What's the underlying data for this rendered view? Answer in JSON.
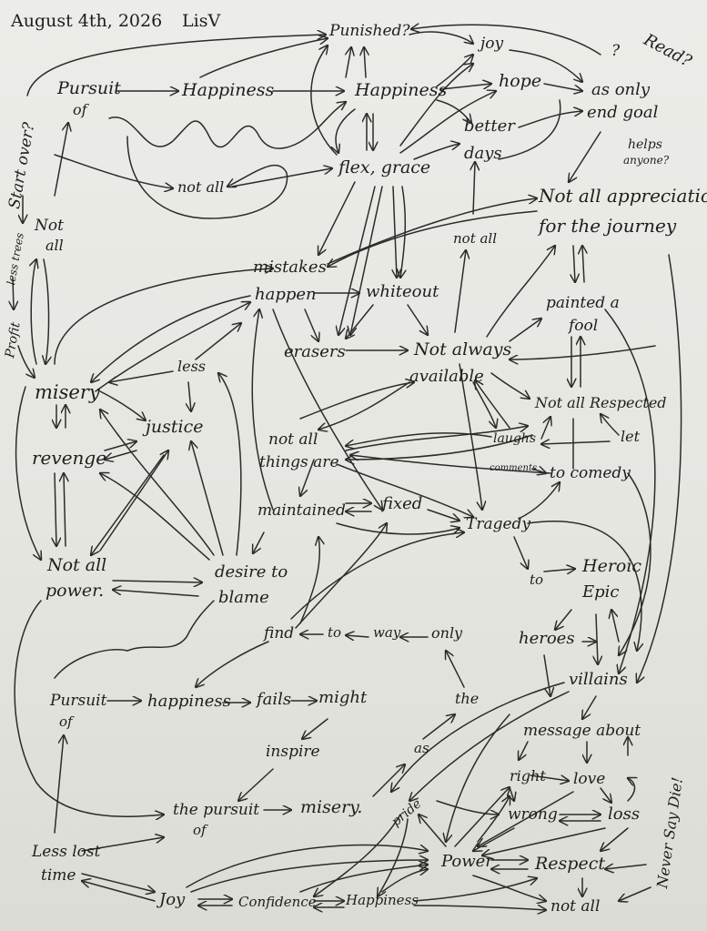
{
  "header": {
    "date": "August 4th, 2026",
    "author": "LisV"
  },
  "nodes": {
    "punished": "Punished?",
    "joy_top": "joy",
    "qmark_top": "?",
    "read": "Read?",
    "pursuit_top": "Pursuit",
    "of_top": "of",
    "happiness_top1": "Happiness",
    "happiness_top2": "Happiness",
    "hope": "hope",
    "as_only": "as only",
    "end_goal": "end goal",
    "better": "better",
    "days": "days",
    "helps": "helps",
    "anyone": "anyone?",
    "start_over": "Start over?",
    "flex_grace": "flex, grace",
    "not_all_1": "not all",
    "not_all_appreciation": "Not all appreciation",
    "for_the_journey": "for the journey",
    "less_trees": "less trees",
    "not": "Not",
    "all": "all",
    "not_all_2": "not all",
    "profit": "Profit",
    "mistakes": "mistakes",
    "happen": "happen",
    "whiteout": "whiteout",
    "painted_a": "painted a",
    "fool": "fool",
    "erasers": "erasers",
    "not_always": "Not always",
    "available": "available",
    "less": "less",
    "misery_left": "misery",
    "justice": "justice",
    "not_all_respected": "Not all Respected",
    "not_all_3": "not all",
    "things_are": "things are",
    "laughs": "laughs",
    "let": "let",
    "comments": "comments",
    "to_comedy": "to comedy",
    "revenge": "revenge",
    "maintained": "maintained",
    "fixed": "fixed",
    "tragedy": "Tragedy",
    "not_all_4": "Not all",
    "power_left": "power.",
    "desire_to": "desire to",
    "blame": "blame",
    "to_1": "to",
    "heroic": "Heroic",
    "epic": "Epic",
    "find": "find",
    "to_2": "to",
    "way": "way",
    "only": "only",
    "heroes": "heroes",
    "villains": "villains",
    "pursuit_low": "Pursuit",
    "of_low": "of",
    "happiness_low": "happiness",
    "fails": "fails",
    "might": "might",
    "the_1": "the",
    "message_about": "message about",
    "inspire": "inspire",
    "as_low": "as",
    "right": "right",
    "love": "love",
    "never_say_die": "Never Say Die!",
    "the_pursuit": "the pursuit",
    "of_bottom": "of",
    "misery_bottom": "misery.",
    "pride": "pride",
    "wrong": "wrong",
    "loss": "loss",
    "less_lost": "Less lost",
    "time": "time",
    "power_bottom": "Power",
    "respect": "Respect",
    "joy_bottom": "Joy",
    "confidence": "Confidence",
    "happiness_bottom": "Happiness",
    "not_all_5": "not all"
  }
}
